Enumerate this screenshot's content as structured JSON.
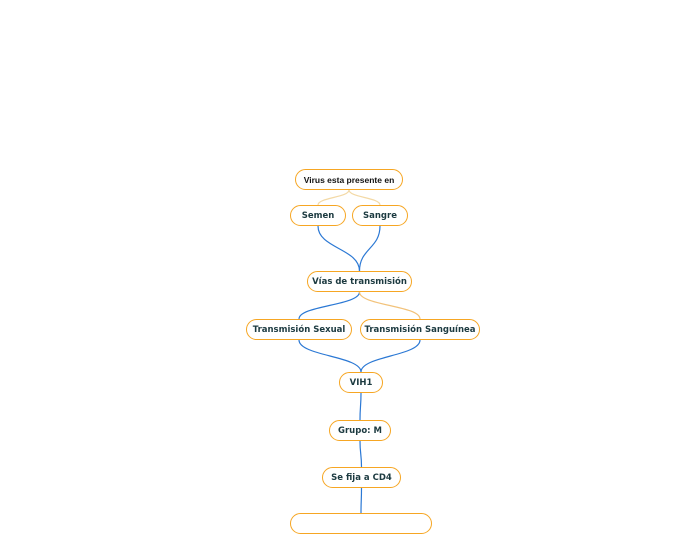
{
  "diagram": {
    "nodes": [
      {
        "id": "virus",
        "label": "Virus esta presente en"
      },
      {
        "id": "semen",
        "label": "Semen"
      },
      {
        "id": "sangre",
        "label": "Sangre"
      },
      {
        "id": "vias",
        "label": "Vías de transmisión"
      },
      {
        "id": "sexual",
        "label": "Transmisión Sexual"
      },
      {
        "id": "sanguinea",
        "label": "Transmisión Sanguínea"
      },
      {
        "id": "vih1",
        "label": "VIH1"
      },
      {
        "id": "grupo",
        "label": "Grupo: M"
      },
      {
        "id": "cd4",
        "label": "Se fija a CD4"
      },
      {
        "id": "bottom",
        "label": ""
      }
    ],
    "edges": [
      {
        "from": "virus",
        "to": "semen",
        "color": "#f3d9a6"
      },
      {
        "from": "virus",
        "to": "sangre",
        "color": "#f3d9a6"
      },
      {
        "from": "semen",
        "to": "vias",
        "color": "#2b78d4"
      },
      {
        "from": "sangre",
        "to": "vias",
        "color": "#2b78d4"
      },
      {
        "from": "vias",
        "to": "sexual",
        "color": "#2b78d4"
      },
      {
        "from": "vias",
        "to": "sanguinea",
        "color": "#f2c27a"
      },
      {
        "from": "sexual",
        "to": "vih1",
        "color": "#2b78d4"
      },
      {
        "from": "sanguinea",
        "to": "vih1",
        "color": "#2b78d4"
      },
      {
        "from": "vih1",
        "to": "grupo",
        "color": "#2b78d4"
      },
      {
        "from": "grupo",
        "to": "cd4",
        "color": "#2b78d4"
      },
      {
        "from": "cd4",
        "to": "bottom",
        "color": "#2b78d4"
      }
    ]
  },
  "colors": {
    "node_border": "#f6a623",
    "node_text": "#1c3a40"
  }
}
